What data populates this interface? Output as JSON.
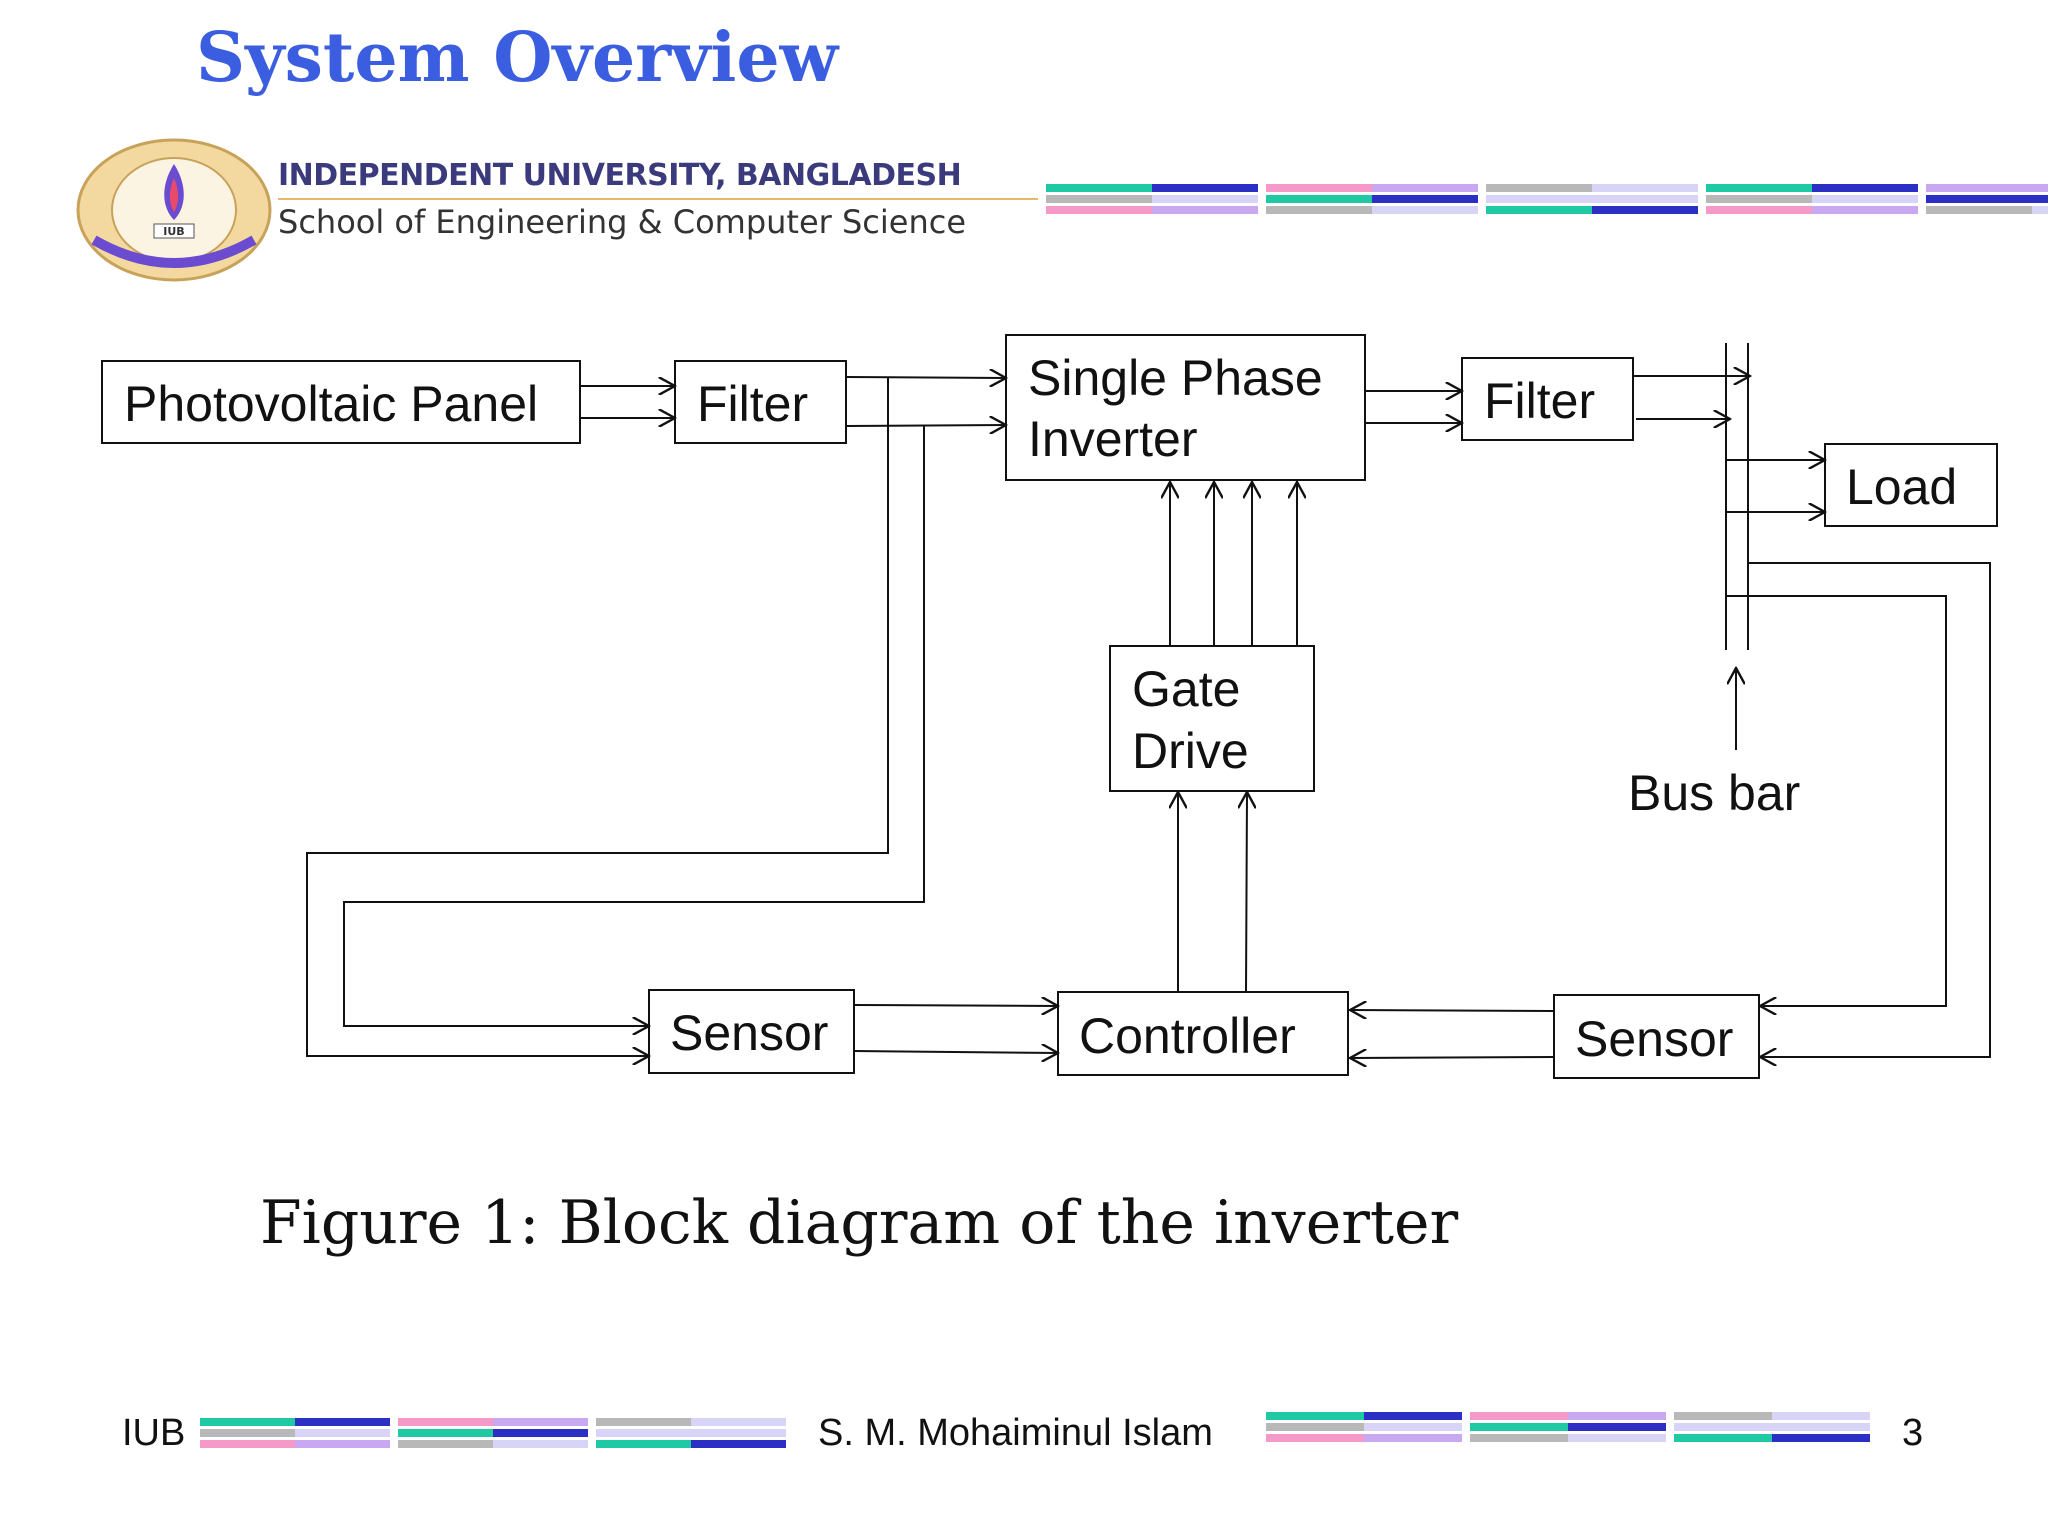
{
  "slide": {
    "title": "System Overview",
    "header": {
      "university": "INDEPENDENT UNIVERSITY, BANGLADESH",
      "school": "School of Engineering & Computer Science",
      "logo_text": "IUB"
    },
    "diagram": {
      "blocks": {
        "pv": "Photovoltaic Panel",
        "filter1": "Filter",
        "inverter_l1": "Single Phase",
        "inverter_l2": "Inverter",
        "filter2": "Filter",
        "load": "Load",
        "gate_l1": "Gate",
        "gate_l2": "Drive",
        "sensor1": "Sensor",
        "controller": "Controller",
        "sensor2": "Sensor"
      },
      "busbar_label": "Bus bar"
    },
    "caption": "Figure 1: Block diagram of the inverter",
    "footer": {
      "left": "IUB",
      "center": "S. M. Mohaiminul Islam",
      "page": "3"
    },
    "colors": {
      "title": "#3b5de0",
      "teal": "#1fc9a4",
      "navy": "#2c2fc4",
      "lilac": "#c8a8f0",
      "pink": "#f59ac8",
      "gray": "#b8b8b8",
      "lavender": "#d8d4f8"
    }
  }
}
